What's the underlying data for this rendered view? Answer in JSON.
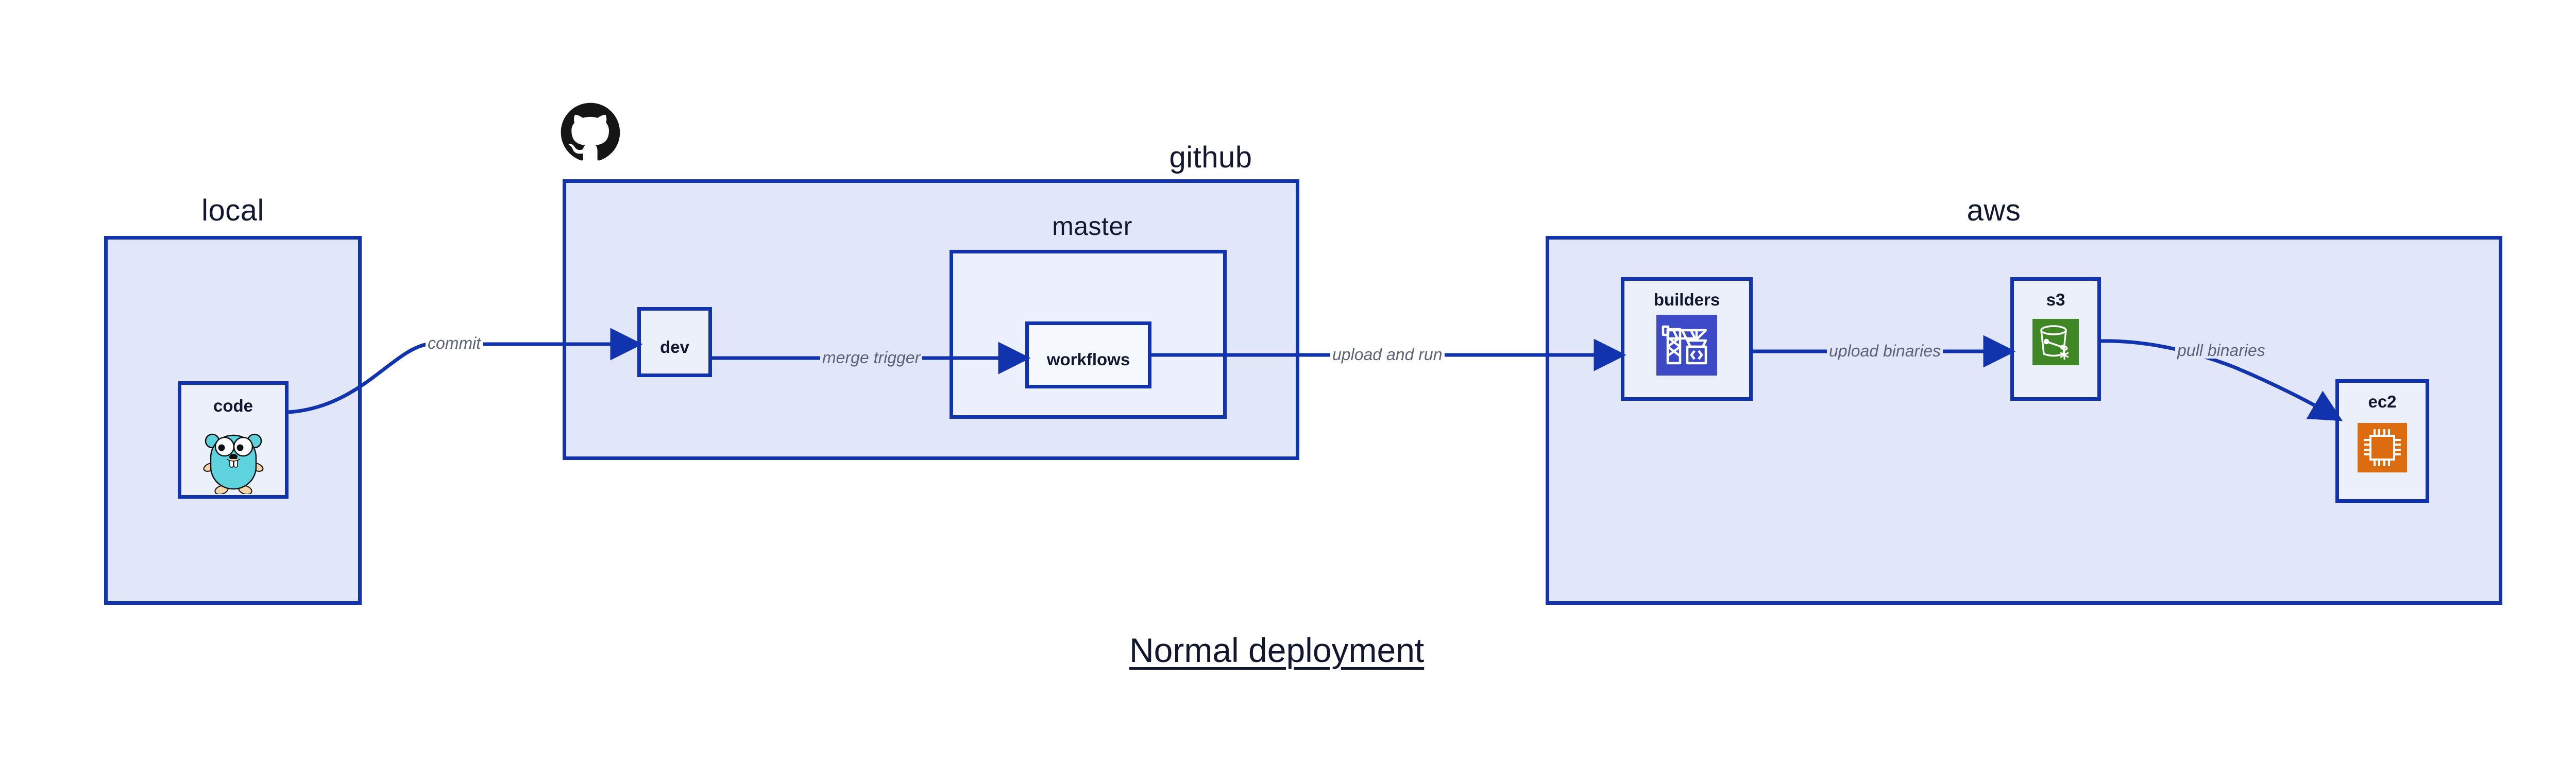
{
  "title": "Normal deployment",
  "groups": [
    {
      "id": "local",
      "label": "local"
    },
    {
      "id": "github",
      "label": "github"
    },
    {
      "id": "aws",
      "label": "aws"
    }
  ],
  "subgroups": [
    {
      "id": "master",
      "label": "master",
      "parent": "github"
    }
  ],
  "nodes": [
    {
      "id": "code",
      "label": "code",
      "icon": "go-gopher-icon",
      "parent": "local"
    },
    {
      "id": "dev",
      "label": "dev",
      "icon": "none",
      "parent": "github"
    },
    {
      "id": "workflows",
      "label": "workflows",
      "icon": "none",
      "parent": "master"
    },
    {
      "id": "builders",
      "label": "builders",
      "icon": "crane-code-icon",
      "parent": "aws"
    },
    {
      "id": "s3",
      "label": "s3",
      "icon": "s3-bucket-icon",
      "parent": "aws"
    },
    {
      "id": "ec2",
      "label": "ec2",
      "icon": "cpu-chip-icon",
      "parent": "aws"
    }
  ],
  "edges": [
    {
      "id": "commit",
      "label": "commit",
      "from": "code",
      "to": "dev"
    },
    {
      "id": "merge-trigger",
      "label": "merge trigger",
      "from": "dev",
      "to": "workflows"
    },
    {
      "id": "upload-and-run",
      "label": "upload and run",
      "from": "workflows",
      "to": "builders"
    },
    {
      "id": "upload-binaries",
      "label": "upload binaries",
      "from": "builders",
      "to": "s3"
    },
    {
      "id": "pull-binaries",
      "label": "pull binaries",
      "from": "s3",
      "to": "ec2"
    }
  ],
  "logos": [
    {
      "id": "github-logo",
      "name": "github-octocat-icon"
    }
  ],
  "colors": {
    "edge_blue": "#1233ae",
    "group_fill": "#e1e6f9",
    "subgroup_fill": "#ebf0fc",
    "node_fill": "#ecf0fb",
    "node_fill_light": "#f5f8fd",
    "text_dark": "#10172e",
    "label_gray": "#5c6374",
    "builders_icon_bg": "#3c4ac8",
    "s3_icon_bg": "#3f8624",
    "ec2_icon_bg": "#dd6b10",
    "gopher_body": "#5fd3dd",
    "github_black": "#151515"
  }
}
